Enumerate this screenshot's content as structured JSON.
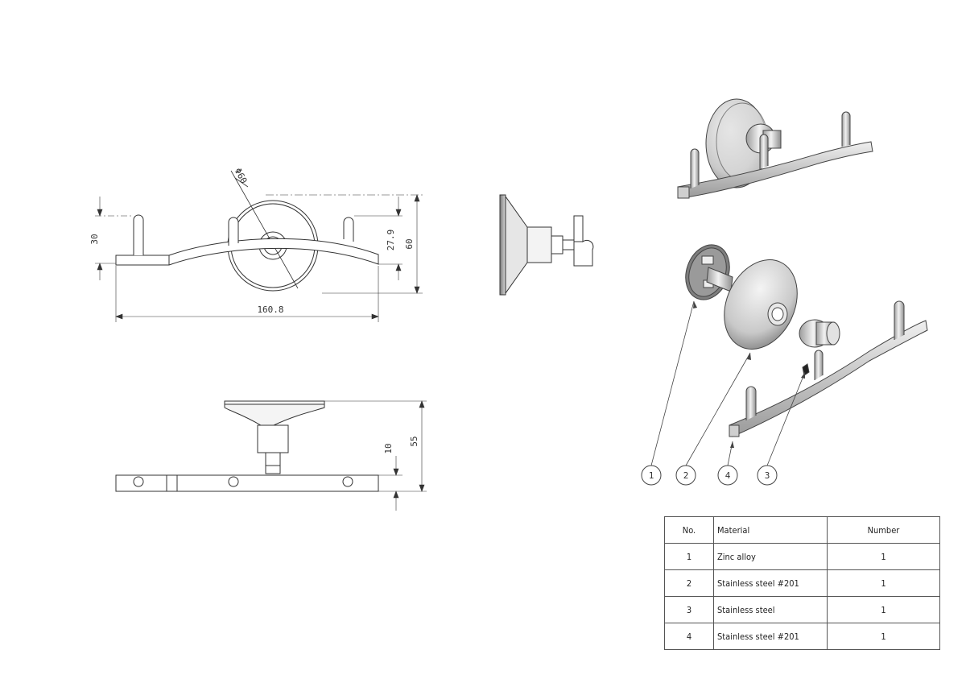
{
  "dimensions": {
    "front_height": "30",
    "diameter": "Φ60",
    "pin_height": "27.9",
    "plate_height": "60",
    "overall_width": "160.8",
    "bottom_offset": "10",
    "projection": "55"
  },
  "balloons": [
    {
      "label": "1"
    },
    {
      "label": "2"
    },
    {
      "label": "4"
    },
    {
      "label": "3"
    }
  ],
  "bom": {
    "headers": {
      "no": "No.",
      "material": "Material",
      "number": "Number"
    },
    "rows": [
      {
        "no": "1",
        "material": "Zinc alloy",
        "number": "1"
      },
      {
        "no": "2",
        "material": "Stainless steel #201",
        "number": "1"
      },
      {
        "no": "3",
        "material": "Stainless steel",
        "number": "1"
      },
      {
        "no": "4",
        "material": "Stainless steel #201",
        "number": "1"
      }
    ]
  }
}
